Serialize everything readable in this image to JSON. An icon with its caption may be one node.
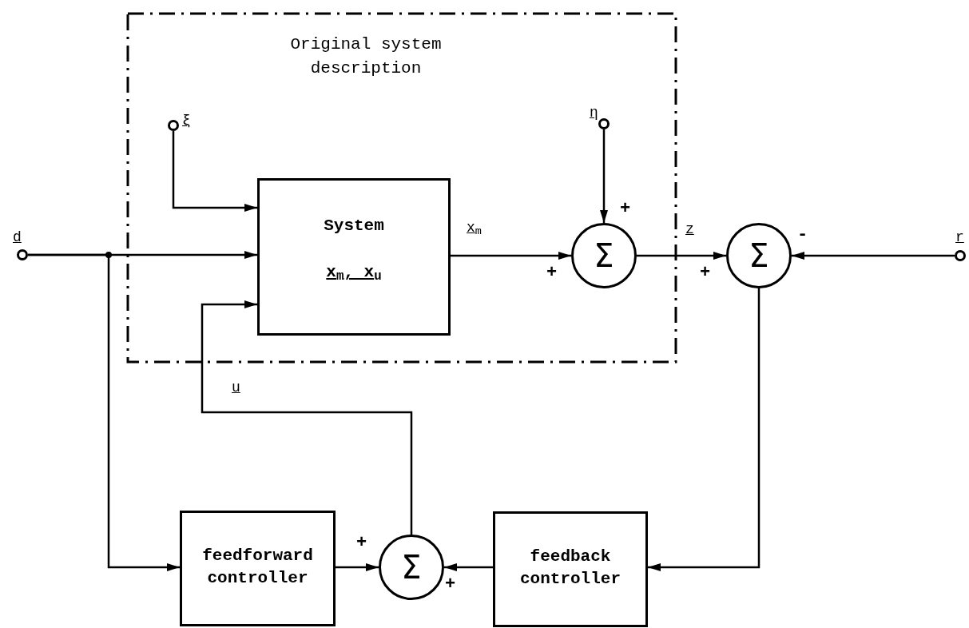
{
  "diagram": {
    "nodes": [
      {
        "text": [
          "Original system description"
        ]
      },
      {
        "text": [
          "System",
          "x$_{m}$, x$_{u}$"
        ],
        "in": 0
      },
      {
        "text": [
          "Σ"
        ],
        "in": 0
      },
      {
        "text": [
          "Σ"
        ]
      },
      {
        "text": [
          "feedforward controller"
        ]
      },
      {
        "text": [
          "Σ"
        ]
      },
      {
        "text": [
          "feedback controller"
        ]
      },
      {
        "text": [],
        "shape": "circle",
        "beside": [
          "d"
        ]
      },
      {
        "text": [],
        "shape": "circle",
        "in": 0,
        "beside": [
          "ξ"
        ]
      },
      {
        "text": [],
        "shape": "circle",
        "in": 0,
        "beside": [
          "η"
        ]
      },
      {
        "text": [],
        "shape": "circle",
        "beside": [
          "r"
        ]
      }
    ],
    "edges": [
      {
        "from": 7,
        "to": 1,
        "arrow": "to"
      },
      {
        "from": 7,
        "to": 4,
        "arrow": "to"
      },
      {
        "from": 8,
        "to": 1,
        "arrow": "to"
      },
      {
        "from": 1,
        "to": 2,
        "arrow": "to",
        "label": "x$_{m}$"
      },
      {
        "from": 9,
        "to": 2,
        "arrow": "to"
      },
      {
        "from": 2,
        "to": 3,
        "arrow": "to",
        "label": "z"
      },
      {
        "from": 10,
        "to": 3,
        "arrow": "to"
      },
      {
        "from": 3,
        "to": 6,
        "arrow": "to"
      },
      {
        "from": 6,
        "to": 5,
        "arrow": "to"
      },
      {
        "from": 4,
        "to": 5,
        "arrow": "to"
      },
      {
        "from": 5,
        "to": 1,
        "arrow": "to",
        "label": "u"
      }
    ],
    "labels": [
      "+",
      "-",
      "+",
      "+",
      "+",
      "+"
    ]
  }
}
